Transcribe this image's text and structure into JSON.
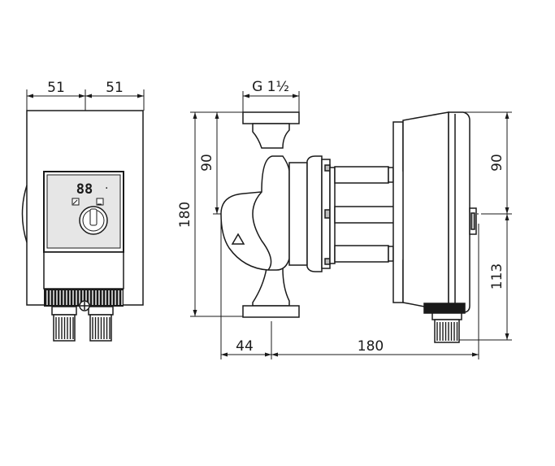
{
  "dimensions": {
    "front_left_half": "51",
    "front_right_half": "51",
    "thread": "G 1½",
    "left_height_upper": "90",
    "left_height_total": "180",
    "inlet_offset": "44",
    "length_total": "180",
    "right_height_upper": "90",
    "right_height_lower": "113"
  },
  "display": {
    "digits": "88",
    "dot": "·"
  },
  "colors": {
    "line": "#1a1a1a",
    "panel": "#e6e6e6",
    "dark": "#bdbdbd"
  }
}
